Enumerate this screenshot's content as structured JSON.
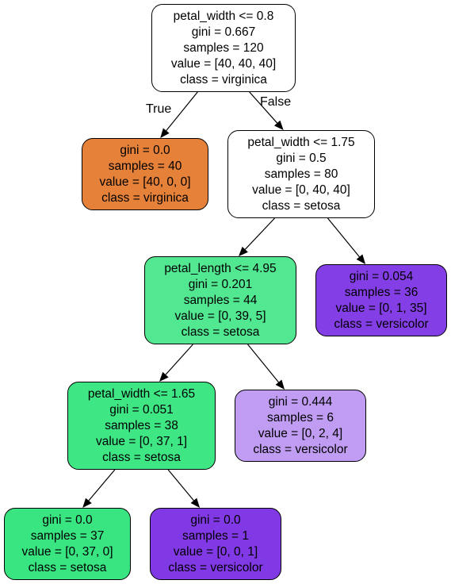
{
  "nodes": [
    {
      "id": "n0",
      "lines": [
        "petal_width <= 0.8",
        "gini = 0.667",
        "samples = 120",
        "value = [40, 40, 40]",
        "class = virginica"
      ],
      "fill": "#ffffff"
    },
    {
      "id": "n1",
      "lines": [
        "gini = 0.0",
        "samples = 40",
        "value = [40, 0, 0]",
        "class = virginica"
      ],
      "fill": "#e58139"
    },
    {
      "id": "n2",
      "lines": [
        "petal_width <= 1.75",
        "gini = 0.5",
        "samples = 80",
        "value = [0, 40, 40]",
        "class = setosa"
      ],
      "fill": "#ffffff"
    },
    {
      "id": "n3",
      "lines": [
        "petal_length <= 4.95",
        "gini = 0.201",
        "samples = 44",
        "value = [0, 39, 5]",
        "class = setosa"
      ],
      "fill": "#52e891"
    },
    {
      "id": "n4",
      "lines": [
        "gini = 0.054",
        "samples = 36",
        "value = [0, 1, 35]",
        "class = versicolor"
      ],
      "fill": "#843ee6"
    },
    {
      "id": "n5",
      "lines": [
        "petal_width <= 1.65",
        "gini = 0.051",
        "samples = 38",
        "value = [0, 37, 1]",
        "class = setosa"
      ],
      "fill": "#3ee684"
    },
    {
      "id": "n6",
      "lines": [
        "gini = 0.444",
        "samples = 6",
        "value = [0, 2, 4]",
        "class = versicolor"
      ],
      "fill": "#c09cf2"
    },
    {
      "id": "n7",
      "lines": [
        "gini = 0.0",
        "samples = 37",
        "value = [0, 37, 0]",
        "class = setosa"
      ],
      "fill": "#39e581"
    },
    {
      "id": "n8",
      "lines": [
        "gini = 0.0",
        "samples = 1",
        "value = [0, 0, 1]",
        "class = versicolor"
      ],
      "fill": "#8139e5"
    }
  ],
  "edges": [
    {
      "from": "n0",
      "to": "n1",
      "label": "True"
    },
    {
      "from": "n0",
      "to": "n2",
      "label": "False"
    },
    {
      "from": "n2",
      "to": "n3",
      "label": ""
    },
    {
      "from": "n2",
      "to": "n4",
      "label": ""
    },
    {
      "from": "n3",
      "to": "n5",
      "label": ""
    },
    {
      "from": "n3",
      "to": "n6",
      "label": ""
    },
    {
      "from": "n5",
      "to": "n7",
      "label": ""
    },
    {
      "from": "n5",
      "to": "n8",
      "label": ""
    }
  ]
}
